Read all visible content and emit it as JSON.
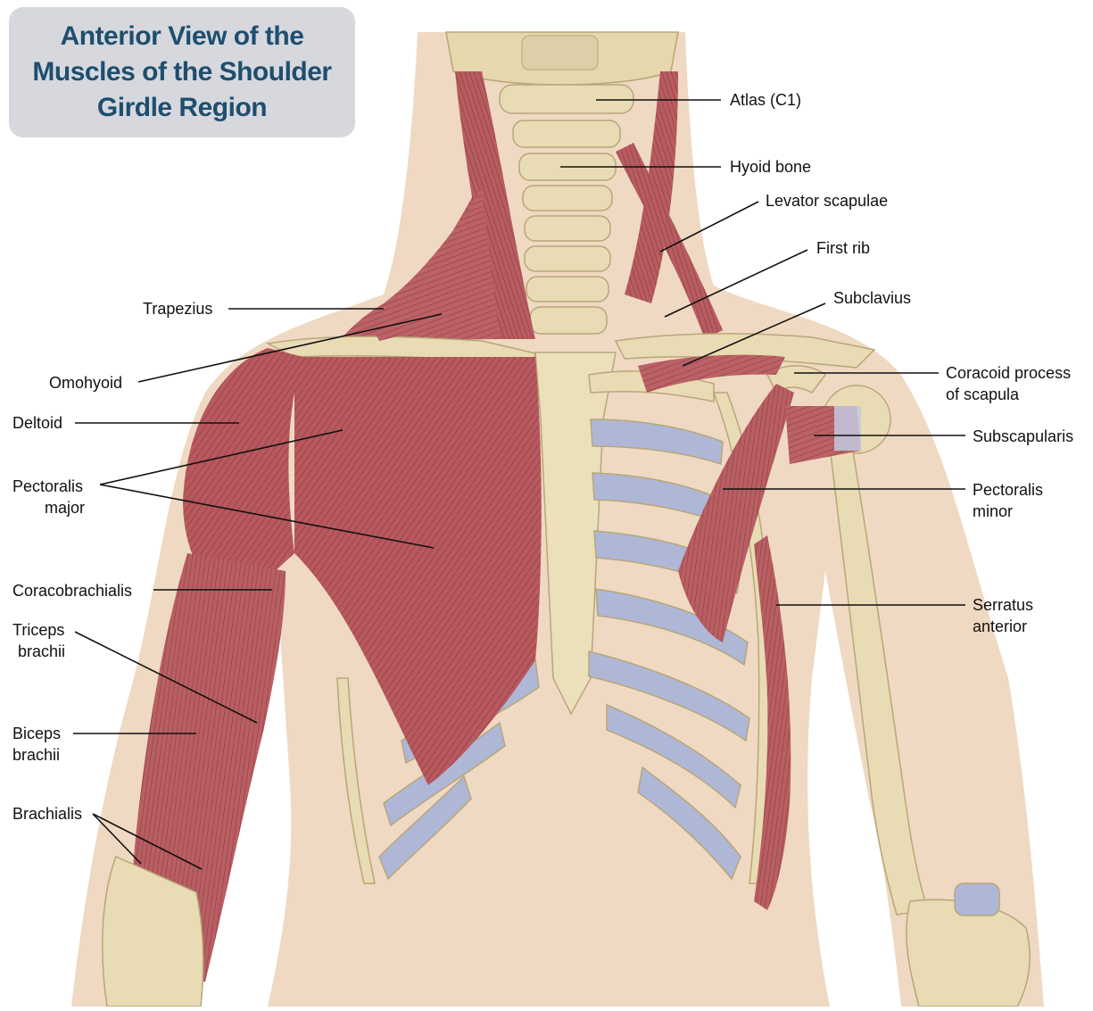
{
  "title": {
    "line1": "Anterior View of the",
    "line2": "Muscles of the Shoulder",
    "line3": "Girdle Region"
  },
  "labels": {
    "atlas": "Atlas (C1)",
    "hyoid": "Hyoid bone",
    "levator": "Levator scapulae",
    "first_rib": "First rib",
    "subclavius": "Subclavius",
    "coracoid_1": "Coracoid process",
    "coracoid_2": "of scapula",
    "subscapularis": "Subscapularis",
    "pec_minor_1": "Pectoralis",
    "pec_minor_2": "minor",
    "serratus_1": "Serratus",
    "serratus_2": "anterior",
    "trapezius": "Trapezius",
    "omohyoid": "Omohyoid",
    "deltoid": "Deltoid",
    "pec_major_1": "Pectoralis",
    "pec_major_2": "major",
    "coracobrachialis": "Coracobrachialis",
    "triceps_1": "Triceps",
    "triceps_2": "brachii",
    "biceps_1": "Biceps",
    "biceps_2": "brachii",
    "brachialis": "Brachialis"
  },
  "colors": {
    "skin": "#efd9c2",
    "bone": "#e9dcb4",
    "cartilage": "#aeb7d6",
    "muscle": "#b85f63",
    "muscle_dark": "#95444a",
    "title_bg": "#d6d8de",
    "title_text": "#1f4e6e"
  }
}
